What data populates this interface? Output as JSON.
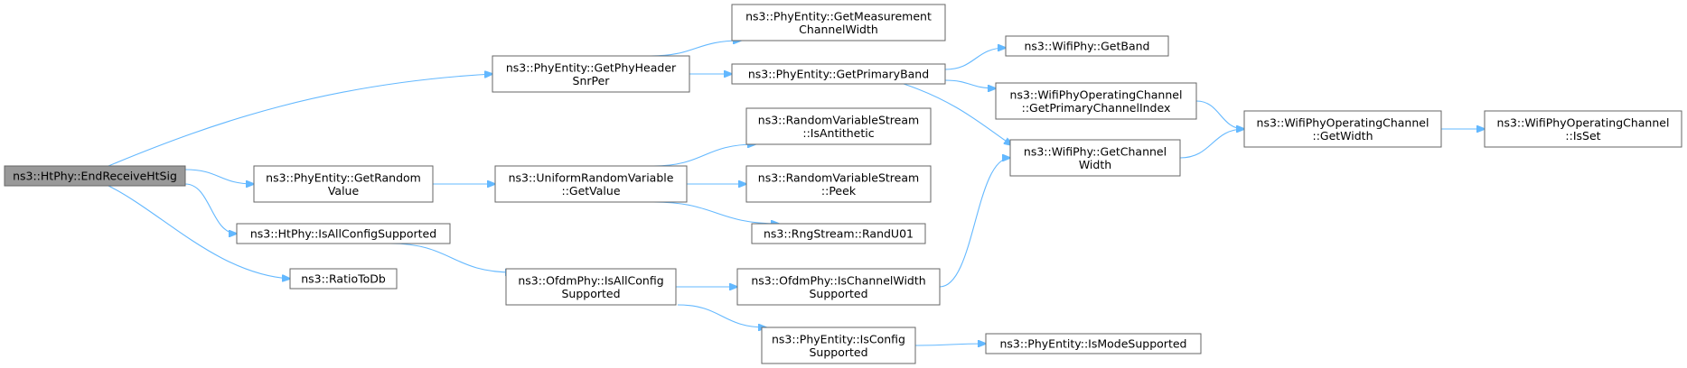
{
  "diagram": {
    "root": "ns3::HtPhy::EndReceiveHtSig",
    "nodes": {
      "end_receive_ht_sig": [
        "ns3::HtPhy::EndReceiveHtSig"
      ],
      "get_phy_header_snr_per": [
        "ns3::PhyEntity::GetPhyHeader",
        "SnrPer"
      ],
      "get_random_value": [
        "ns3::PhyEntity::GetRandom",
        "Value"
      ],
      "is_all_config_supported_ht": [
        "ns3::HtPhy::IsAllConfigSupported"
      ],
      "ratio_to_db": [
        "ns3::RatioToDb"
      ],
      "get_measurement_channel_width": [
        "ns3::PhyEntity::GetMeasurement",
        "ChannelWidth"
      ],
      "get_primary_band": [
        "ns3::PhyEntity::GetPrimaryBand"
      ],
      "uniform_get_value": [
        "ns3::UniformRandomVariable",
        "::GetValue"
      ],
      "ofdm_is_all_config_supported": [
        "ns3::OfdmPhy::IsAllConfig",
        "Supported"
      ],
      "is_antithetic": [
        "ns3::RandomVariableStream",
        "::IsAntithetic"
      ],
      "peek": [
        "ns3::RandomVariableStream",
        "::Peek"
      ],
      "rand_u01": [
        "ns3::RngStream::RandU01"
      ],
      "ofdm_is_channel_width_supported": [
        "ns3::OfdmPhy::IsChannelWidth",
        "Supported"
      ],
      "is_config_supported": [
        "ns3::PhyEntity::IsConfig",
        "Supported"
      ],
      "get_band": [
        "ns3::WifiPhy::GetBand"
      ],
      "get_primary_channel_index": [
        "ns3::WifiPhyOperatingChannel",
        "::GetPrimaryChannelIndex"
      ],
      "get_channel_width": [
        "ns3::WifiPhy::GetChannel",
        "Width"
      ],
      "is_mode_supported": [
        "ns3::PhyEntity::IsModeSupported"
      ],
      "operating_get_width": [
        "ns3::WifiPhyOperatingChannel",
        "::GetWidth"
      ],
      "operating_is_set": [
        "ns3::WifiPhyOperatingChannel",
        "::IsSet"
      ]
    },
    "edges": [
      [
        "end_receive_ht_sig",
        "get_phy_header_snr_per"
      ],
      [
        "end_receive_ht_sig",
        "get_random_value"
      ],
      [
        "end_receive_ht_sig",
        "is_all_config_supported_ht"
      ],
      [
        "end_receive_ht_sig",
        "ratio_to_db"
      ],
      [
        "get_phy_header_snr_per",
        "get_measurement_channel_width"
      ],
      [
        "get_phy_header_snr_per",
        "get_primary_band"
      ],
      [
        "get_primary_band",
        "get_band"
      ],
      [
        "get_primary_band",
        "get_primary_channel_index"
      ],
      [
        "get_primary_band",
        "get_channel_width"
      ],
      [
        "get_random_value",
        "uniform_get_value"
      ],
      [
        "uniform_get_value",
        "is_antithetic"
      ],
      [
        "uniform_get_value",
        "peek"
      ],
      [
        "uniform_get_value",
        "rand_u01"
      ],
      [
        "is_all_config_supported_ht",
        "ofdm_is_all_config_supported"
      ],
      [
        "ofdm_is_all_config_supported",
        "ofdm_is_channel_width_supported"
      ],
      [
        "ofdm_is_all_config_supported",
        "is_config_supported"
      ],
      [
        "ofdm_is_channel_width_supported",
        "get_channel_width"
      ],
      [
        "is_config_supported",
        "is_mode_supported"
      ],
      [
        "get_primary_channel_index",
        "operating_get_width"
      ],
      [
        "get_channel_width",
        "operating_get_width"
      ],
      [
        "operating_get_width",
        "operating_is_set"
      ]
    ]
  }
}
